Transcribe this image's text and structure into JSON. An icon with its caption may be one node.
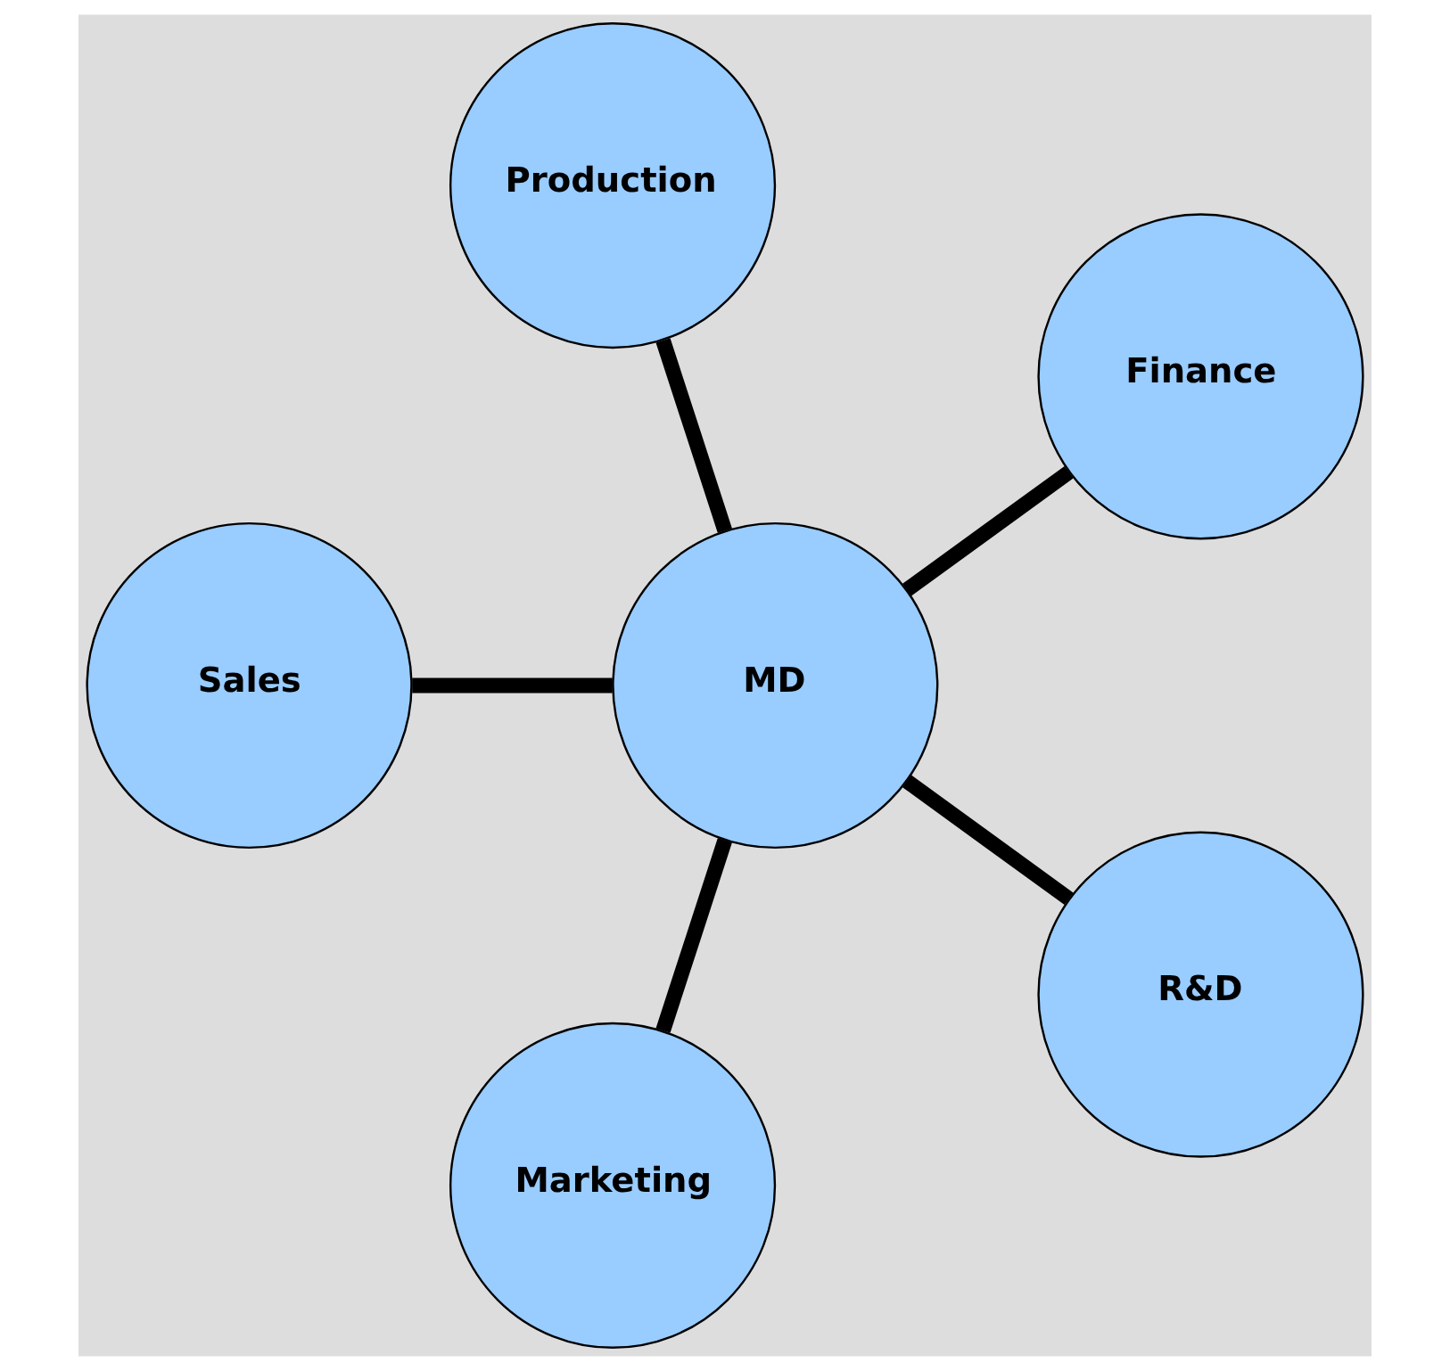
{
  "diagram": {
    "nodes": [
      {
        "text": [
          "MD"
        ]
      },
      {
        "text": [
          "Finance"
        ]
      },
      {
        "text": [
          "Production"
        ]
      },
      {
        "text": [
          "Sales"
        ]
      },
      {
        "text": [
          "Marketing"
        ]
      },
      {
        "text": [
          "R&D"
        ]
      }
    ],
    "edges": [
      {
        "from": 0,
        "to": 1,
        "arrow": "none"
      },
      {
        "from": 0,
        "to": 2,
        "arrow": "none"
      },
      {
        "from": 0,
        "to": 3,
        "arrow": "none"
      },
      {
        "from": 0,
        "to": 4,
        "arrow": "none"
      },
      {
        "from": 0,
        "to": 5,
        "arrow": "none"
      }
    ]
  }
}
